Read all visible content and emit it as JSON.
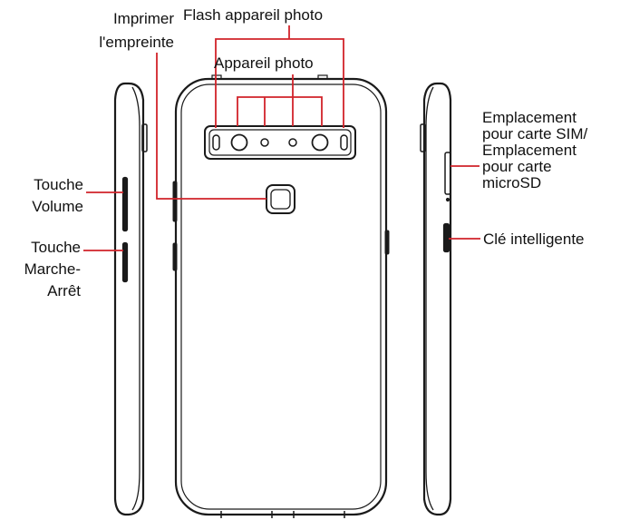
{
  "labels": {
    "fingerprint_line1": "Imprimer",
    "fingerprint_line2": "l'empreinte",
    "flash": "Flash appareil photo",
    "camera": "Appareil photo",
    "sim_line1": "Emplacement",
    "sim_line2": "pour carte SIM/",
    "sim_line3": "Emplacement",
    "sim_line4": "pour carte",
    "sim_line5": "microSD",
    "smart_key": "Clé intelligente",
    "volume_line1": "Touche",
    "volume_line2": "Volume",
    "power_line1": "Touche",
    "power_line2": "Marche-",
    "power_line3": "Arrêt"
  },
  "colors": {
    "callout": "#d1232a",
    "outline": "#1a1a1a"
  }
}
